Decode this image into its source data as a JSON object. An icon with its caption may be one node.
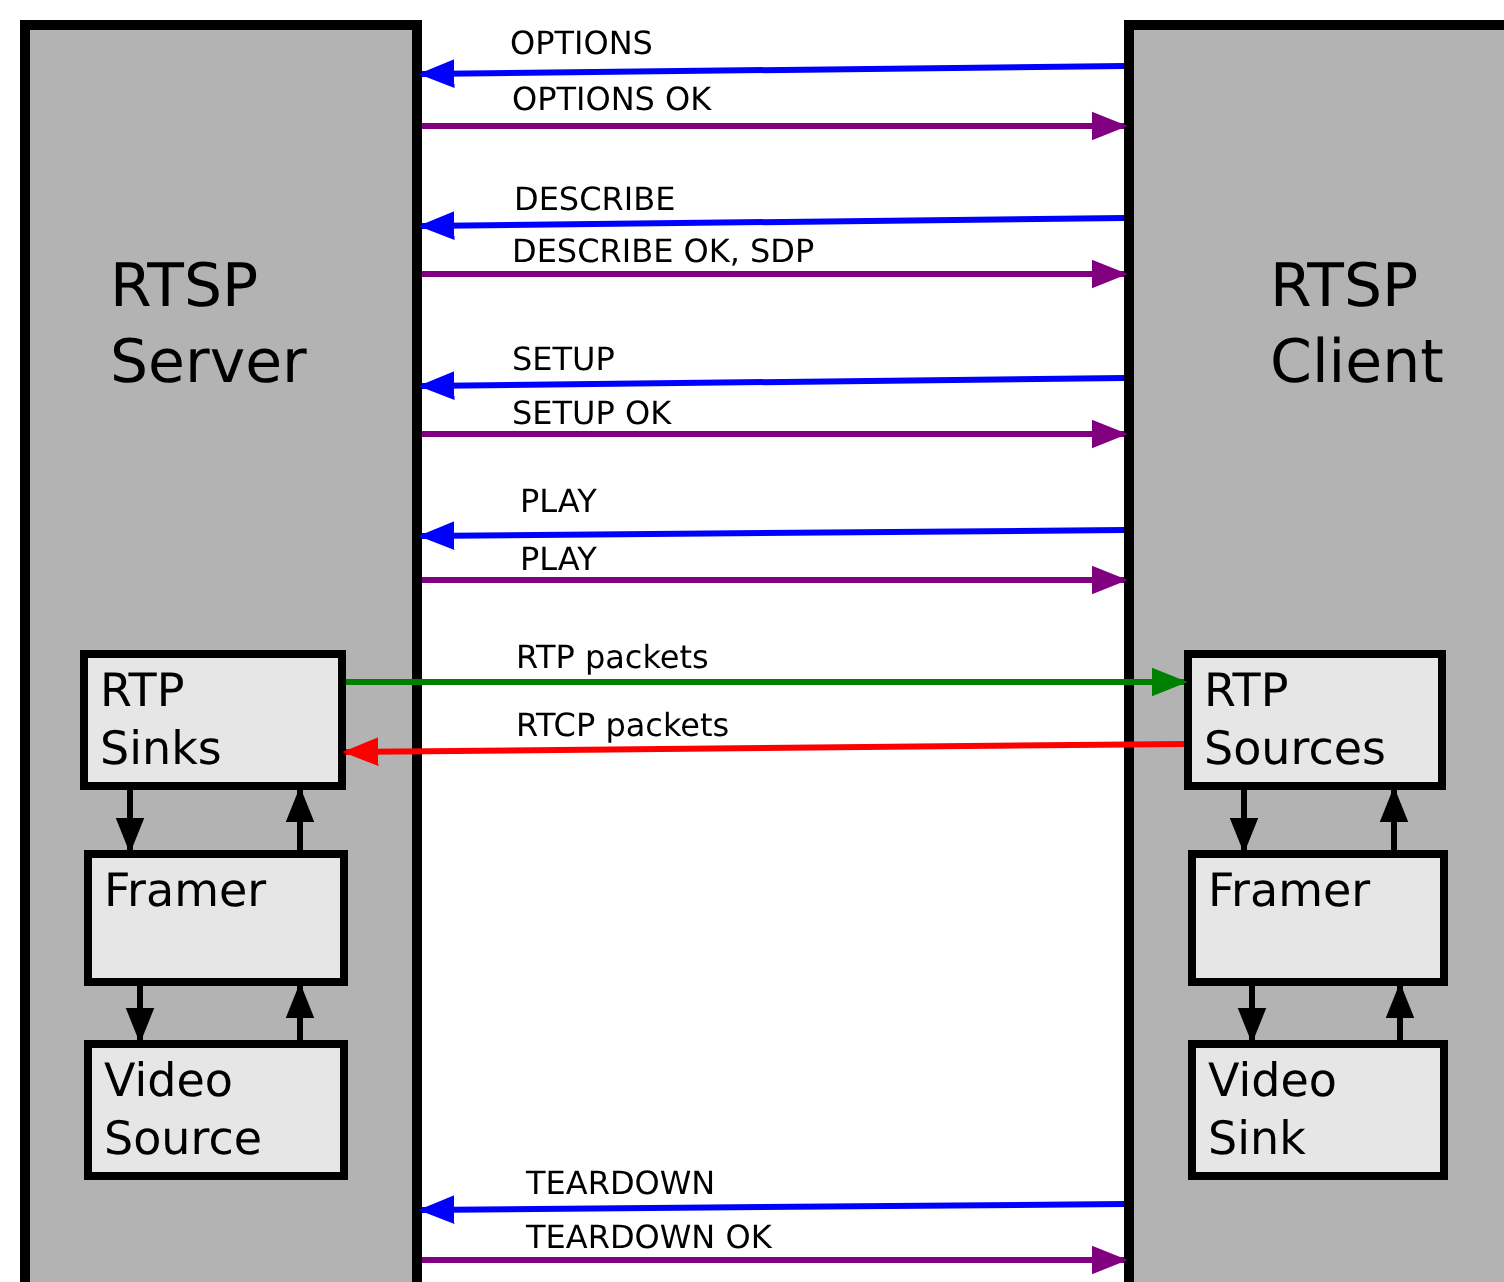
{
  "diagram": {
    "nodes": [
      {
        "text": [
          "RTSP Server"
        ]
      },
      {
        "text": [
          "RTSP Client"
        ]
      },
      {
        "text": [
          "RTP Sinks"
        ],
        "in": 0
      },
      {
        "text": [
          "Framer"
        ],
        "in": 0
      },
      {
        "text": [
          "Video Source"
        ],
        "in": 0
      },
      {
        "text": [
          "RTP Sources"
        ],
        "in": 1
      },
      {
        "text": [
          "Framer"
        ],
        "in": 1
      },
      {
        "text": [
          "Video Sink"
        ],
        "in": 1
      }
    ],
    "edges": [
      {
        "from": 1,
        "to": 0,
        "arrow": "to",
        "label": "OPTIONS",
        "color": "#0000ff"
      },
      {
        "from": 0,
        "to": 1,
        "arrow": "to",
        "label": "OPTIONS OK",
        "color": "#800080"
      },
      {
        "from": 1,
        "to": 0,
        "arrow": "to",
        "label": "DESCRIBE",
        "color": "#0000ff"
      },
      {
        "from": 0,
        "to": 1,
        "arrow": "to",
        "label": "DESCRIBE OK, SDP",
        "color": "#800080"
      },
      {
        "from": 1,
        "to": 0,
        "arrow": "to",
        "label": "SETUP",
        "color": "#0000ff"
      },
      {
        "from": 0,
        "to": 1,
        "arrow": "to",
        "label": "SETUP OK",
        "color": "#800080"
      },
      {
        "from": 1,
        "to": 0,
        "arrow": "to",
        "label": "PLAY",
        "color": "#0000ff"
      },
      {
        "from": 0,
        "to": 1,
        "arrow": "to",
        "label": "PLAY",
        "color": "#800080"
      },
      {
        "from": 2,
        "to": 5,
        "arrow": "to",
        "label": "RTP packets",
        "color": "#008000"
      },
      {
        "from": 5,
        "to": 2,
        "arrow": "to",
        "label": "RTCP packets",
        "color": "#ff0000"
      },
      {
        "from": 2,
        "to": 3,
        "arrow": "to"
      },
      {
        "from": 3,
        "to": 2,
        "arrow": "to"
      },
      {
        "from": 3,
        "to": 4,
        "arrow": "to"
      },
      {
        "from": 4,
        "to": 3,
        "arrow": "to"
      },
      {
        "from": 5,
        "to": 6,
        "arrow": "to"
      },
      {
        "from": 6,
        "to": 5,
        "arrow": "to"
      },
      {
        "from": 6,
        "to": 7,
        "arrow": "to"
      },
      {
        "from": 7,
        "to": 6,
        "arrow": "to"
      },
      {
        "from": 1,
        "to": 0,
        "arrow": "to",
        "label": "TEARDOWN",
        "color": "#0000ff"
      },
      {
        "from": 0,
        "to": 1,
        "arrow": "to",
        "label": "TEARDOWN OK",
        "color": "#800080"
      }
    ]
  }
}
